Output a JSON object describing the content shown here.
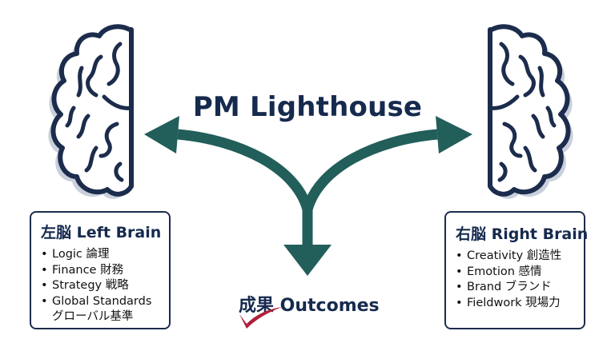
{
  "title": "PM Lighthouse",
  "colors": {
    "arrow": "#225e5a",
    "navy": "#162a4e",
    "check": "#b0203a",
    "brain_shadow": "#c9d0dc"
  },
  "icons": {
    "left_brain": "left-brain-hemisphere-icon",
    "right_brain": "right-brain-hemisphere-icon",
    "arrows": "three-way-arrow-icon",
    "check": "checkmark-icon"
  },
  "left_box": {
    "heading": "左脳 Left Brain",
    "items": [
      {
        "bullet": "•",
        "text": "Logic 論理"
      },
      {
        "bullet": "•",
        "text": "Finance 財務"
      },
      {
        "bullet": "•",
        "text": "Strategy 戦略"
      },
      {
        "bullet": "•",
        "text": "Global Standards",
        "sub": "グローバル基準"
      }
    ]
  },
  "right_box": {
    "heading": "右脳 Right Brain",
    "items": [
      {
        "bullet": "•",
        "text": "Creativity 創造性"
      },
      {
        "bullet": "•",
        "text": "Emotion 感情"
      },
      {
        "bullet": "•",
        "text": "Brand ブランド"
      },
      {
        "bullet": "•",
        "text": "Fieldwork 現場力"
      }
    ]
  },
  "outcome": {
    "label": "成果 Outcomes"
  }
}
